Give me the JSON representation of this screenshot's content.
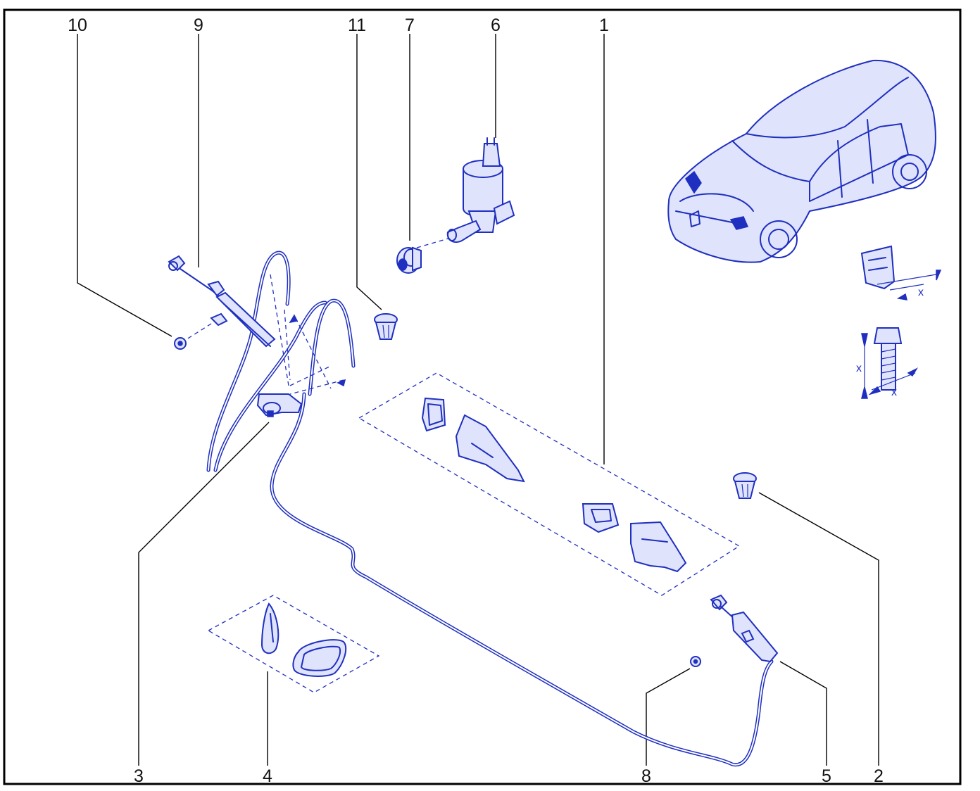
{
  "callouts": [
    {
      "id": "c10",
      "label": "10"
    },
    {
      "id": "c9",
      "label": "9"
    },
    {
      "id": "c11",
      "label": "11"
    },
    {
      "id": "c7",
      "label": "7"
    },
    {
      "id": "c6",
      "label": "6"
    },
    {
      "id": "c1",
      "label": "1"
    },
    {
      "id": "c3",
      "label": "3"
    },
    {
      "id": "c4",
      "label": "4"
    },
    {
      "id": "c8",
      "label": "8"
    },
    {
      "id": "c5",
      "label": "5"
    },
    {
      "id": "c2",
      "label": "2"
    }
  ],
  "torque_legend": {
    "x_label": "x"
  },
  "colors": {
    "line_art": "#1f2fbf",
    "callout": "#000000"
  }
}
